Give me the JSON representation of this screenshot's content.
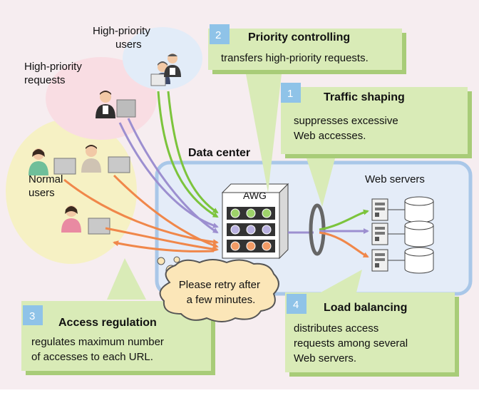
{
  "colors": {
    "background": "#f6edf0",
    "callout_fill": "#d9ebb7",
    "callout_shadow": "#a8cc78",
    "number_badge": "#8fc3e8",
    "data_center": "#e4ecf8",
    "data_center_border": "#a9c7e8",
    "normal_users_ellipse": "#f6f1c4",
    "priority_ellipse": "#f9dde3",
    "priority_users_ellipse": "#e2ecf8",
    "arrow_green": "#7cc43c",
    "arrow_purple": "#9c8fd0",
    "arrow_orange": "#f0874a",
    "bubble_fill": "#fbe6b8",
    "bubble_stroke": "#555555"
  },
  "labels": {
    "high_priority_users": [
      "High-priority",
      "users"
    ],
    "high_priority_requests": [
      "High-priority",
      "requests"
    ],
    "normal_users": [
      "Normal",
      "users"
    ],
    "data_center": "Data center",
    "web_servers": "Web servers",
    "awg": "AWG",
    "retry_message": [
      "Please retry after",
      "a few minutes."
    ]
  },
  "callouts": [
    {
      "number": "2",
      "title": "Priority controlling",
      "body": [
        "transfers high-priority requests."
      ]
    },
    {
      "number": "1",
      "title": "Traffic shaping",
      "body": [
        "suppresses excessive",
        "Web accesses."
      ]
    },
    {
      "number": "3",
      "title": "Access regulation",
      "body": [
        "regulates maximum number",
        "of accesses to each URL."
      ]
    },
    {
      "number": "4",
      "title": "Load balancing",
      "body": [
        "distributes access",
        "requests among several",
        "Web servers."
      ]
    }
  ],
  "icons": {
    "user": "person-at-computer-icon",
    "server": "server-tower-icon",
    "database": "database-cylinder-icon",
    "shaper": "traffic-shaping-ring-icon"
  }
}
